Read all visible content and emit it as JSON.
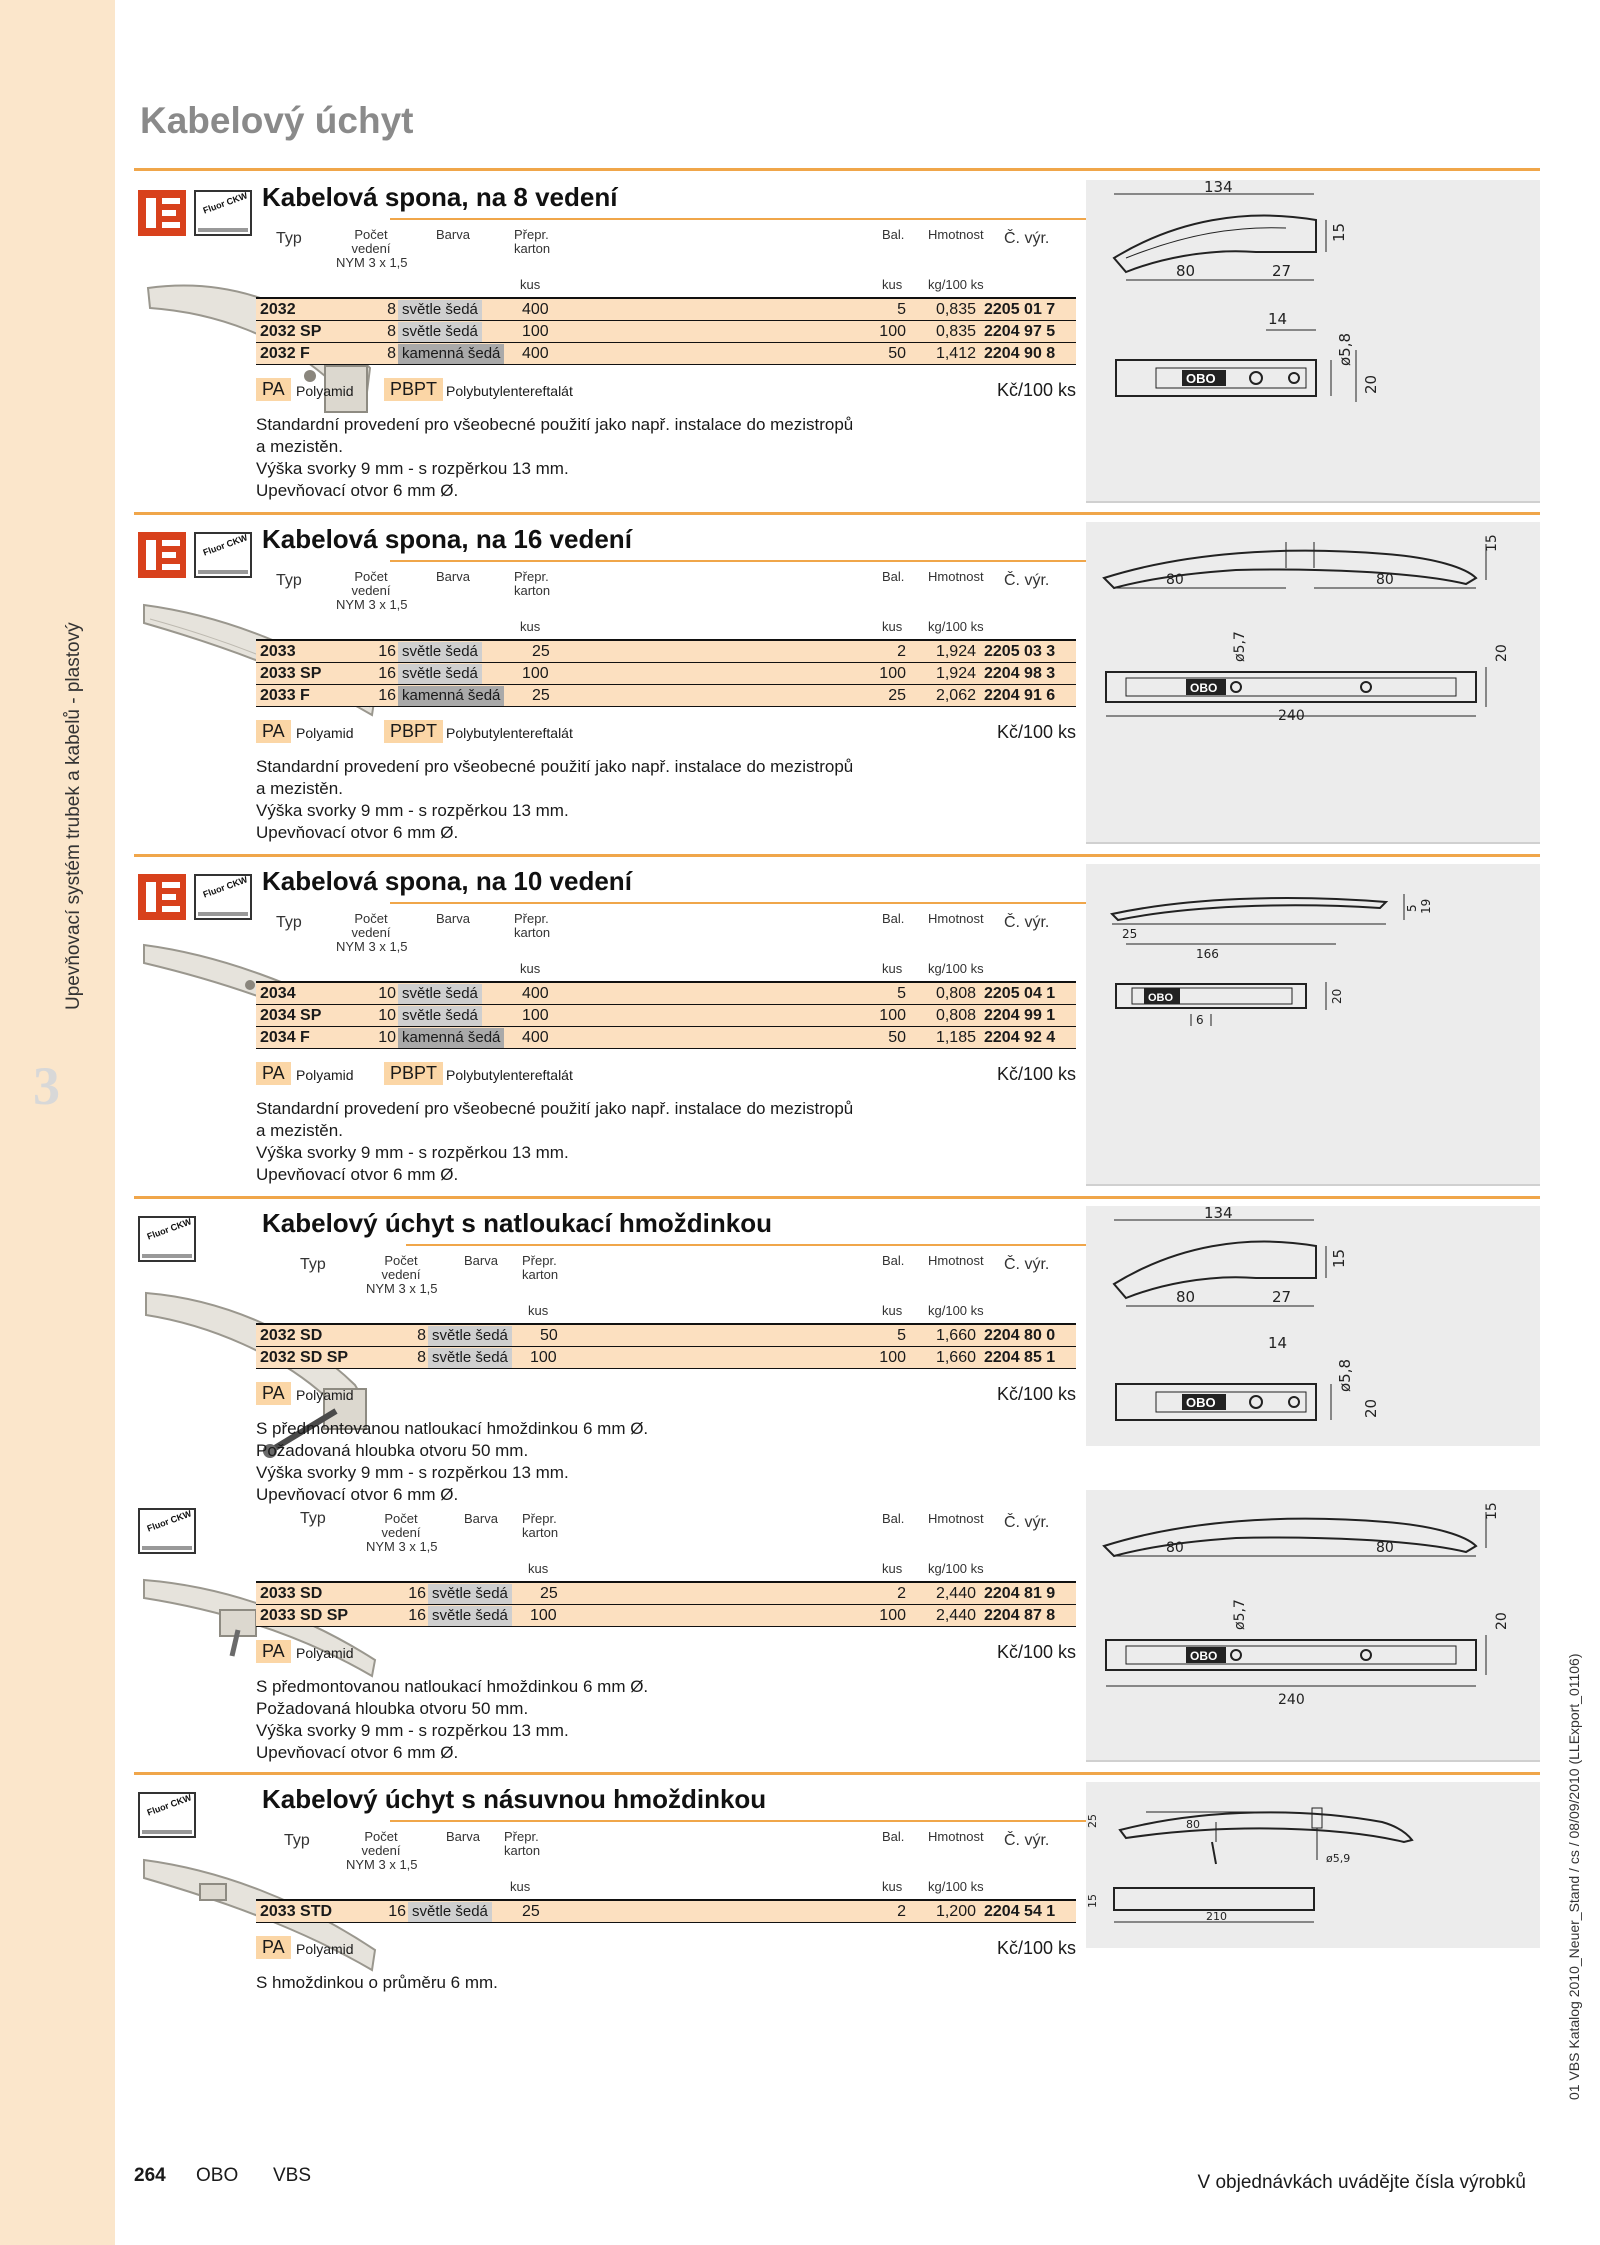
{
  "page": {
    "title": "Kabelový úchyt",
    "side_label": "Upevňovací systém trubek a kabelů - plastový",
    "side_number": "3",
    "right_label": "01 VBS Katalog 2010_Neuer_Stand / cs / 08/09/2010 (LLExport_01106)",
    "footer_page": "264",
    "footer_brand": "OBO",
    "footer_series": "VBS",
    "footer_note": "V objednávkách uvádějte čísla výrobků"
  },
  "headers": {
    "typ": "Typ",
    "pocet": "Počet",
    "vedeni": "vedení",
    "nym": "NYM 3 x 1,5",
    "barva": "Barva",
    "prepr": "Přepr.",
    "karton": "karton",
    "kus": "kus",
    "bal": "Bal.",
    "bal_unit": "kus",
    "hmotnost": "Hmotnost",
    "hm_unit": "kg/100 ks",
    "cvyr": "Č. výr."
  },
  "materials": {
    "pa": "PA",
    "pa_name": "Polyamid",
    "pbpt": "PBPT",
    "pbpt_name": "Polybutylentereftalát",
    "price_unit": "Kč/100 ks"
  },
  "logo_text": "Fluor CKW",
  "sections": [
    {
      "title": "Kabelová spona, na 8 vedení",
      "rows": [
        {
          "typ": "2032",
          "cnt": "8",
          "barva": "světle šedá",
          "kus": "400",
          "bal": "5",
          "hm": "0,835",
          "cv": "2205 01 7"
        },
        {
          "typ": "2032 SP",
          "cnt": "8",
          "barva": "světle šedá",
          "kus": "100",
          "bal": "100",
          "hm": "0,835",
          "cv": "2204 97 5"
        },
        {
          "typ": "2032 F",
          "cnt": "8",
          "barva": "kamenná šedá",
          "kus": "400",
          "bal": "50",
          "hm": "1,412",
          "cv": "2204 90 8"
        }
      ],
      "desc": [
        "Standardní provedení pro všeobecné použití jako např. instalace do mezistropů",
        " a mezistěn.",
        "Výška svorky 9 mm - s rozpěrkou 13 mm.",
        "Upevňovací otvor 6 mm Ø."
      ]
    },
    {
      "title": "Kabelová spona, na 16 vedení",
      "rows": [
        {
          "typ": "2033",
          "cnt": "16",
          "barva": "světle šedá",
          "kus": "25",
          "bal": "2",
          "hm": "1,924",
          "cv": "2205 03 3"
        },
        {
          "typ": "2033 SP",
          "cnt": "16",
          "barva": "světle šedá",
          "kus": "100",
          "bal": "100",
          "hm": "1,924",
          "cv": "2204 98 3"
        },
        {
          "typ": "2033 F",
          "cnt": "16",
          "barva": "kamenná šedá",
          "kus": "25",
          "bal": "25",
          "hm": "2,062",
          "cv": "2204 91 6"
        }
      ],
      "desc": [
        "Standardní provedení pro všeobecné použití jako např. instalace do mezistropů",
        " a mezistěn.",
        "Výška svorky 9 mm - s rozpěrkou 13 mm.",
        "Upevňovací otvor 6 mm Ø."
      ]
    },
    {
      "title": "Kabelová spona, na 10 vedení",
      "rows": [
        {
          "typ": "2034",
          "cnt": "10",
          "barva": "světle šedá",
          "kus": "400",
          "bal": "5",
          "hm": "0,808",
          "cv": "2205 04 1"
        },
        {
          "typ": "2034 SP",
          "cnt": "10",
          "barva": "světle šedá",
          "kus": "100",
          "bal": "100",
          "hm": "0,808",
          "cv": "2204 99 1"
        },
        {
          "typ": "2034 F",
          "cnt": "10",
          "barva": "kamenná šedá",
          "kus": "400",
          "bal": "50",
          "hm": "1,185",
          "cv": "2204 92 4"
        }
      ],
      "desc": [
        "Standardní provedení pro všeobecné použití jako např. instalace do mezistropů",
        " a mezistěn.",
        "Výška svorky 9 mm - s rozpěrkou 13 mm.",
        "Upevňovací otvor 6 mm Ø."
      ]
    },
    {
      "title": "Kabelový úchyt s natloukací hmoždinkou",
      "rows": [
        {
          "typ": "2032 SD",
          "cnt": "8",
          "barva": "světle šedá",
          "kus": "50",
          "bal": "5",
          "hm": "1,660",
          "cv": "2204 80 0"
        },
        {
          "typ": "2032 SD SP",
          "cnt": "8",
          "barva": "světle šedá",
          "kus": "100",
          "bal": "100",
          "hm": "1,660",
          "cv": "2204 85 1"
        }
      ],
      "desc": [
        "S předmontovanou natloukací hmoždinkou 6 mm Ø.",
        "Požadovaná hloubka otvoru 50 mm.",
        "Výška svorky 9 mm - s rozpěrkou 13 mm.",
        "Upevňovací otvor 6 mm Ø."
      ],
      "rows2": [
        {
          "typ": "2033 SD",
          "cnt": "16",
          "barva": "světle šedá",
          "kus": "25",
          "bal": "2",
          "hm": "2,440",
          "cv": "2204 81 9"
        },
        {
          "typ": "2033 SD SP",
          "cnt": "16",
          "barva": "světle šedá",
          "kus": "100",
          "bal": "100",
          "hm": "2,440",
          "cv": "2204 87 8"
        }
      ],
      "desc2": [
        "S předmontovanou natloukací hmoždinkou 6 mm Ø.",
        "Požadovaná hloubka otvoru 50 mm.",
        "Výška svorky 9 mm - s rozpěrkou 13 mm.",
        "Upevňovací otvor 6 mm Ø."
      ]
    },
    {
      "title": "Kabelový úchyt s násuvnou hmoždinkou",
      "rows": [
        {
          "typ": "2033 STD",
          "cnt": "16",
          "barva": "světle šedá",
          "kus": "25",
          "bal": "2",
          "hm": "1,200",
          "cv": "2204 54 1"
        }
      ],
      "desc": [
        "S hmoždinkou o průměru 6 mm."
      ]
    }
  ],
  "dims": {
    "d134": "134",
    "d80": "80",
    "d27": "27",
    "d15": "15",
    "d14": "14",
    "d58": "ø5,8",
    "d20": "20",
    "d57": "ø5,7",
    "d240": "240",
    "d25": "25",
    "d166": "166",
    "d19": "19",
    "d5": "5",
    "d6": "6",
    "d210": "210",
    "d59": "ø5,9",
    "obo": "OBO"
  }
}
